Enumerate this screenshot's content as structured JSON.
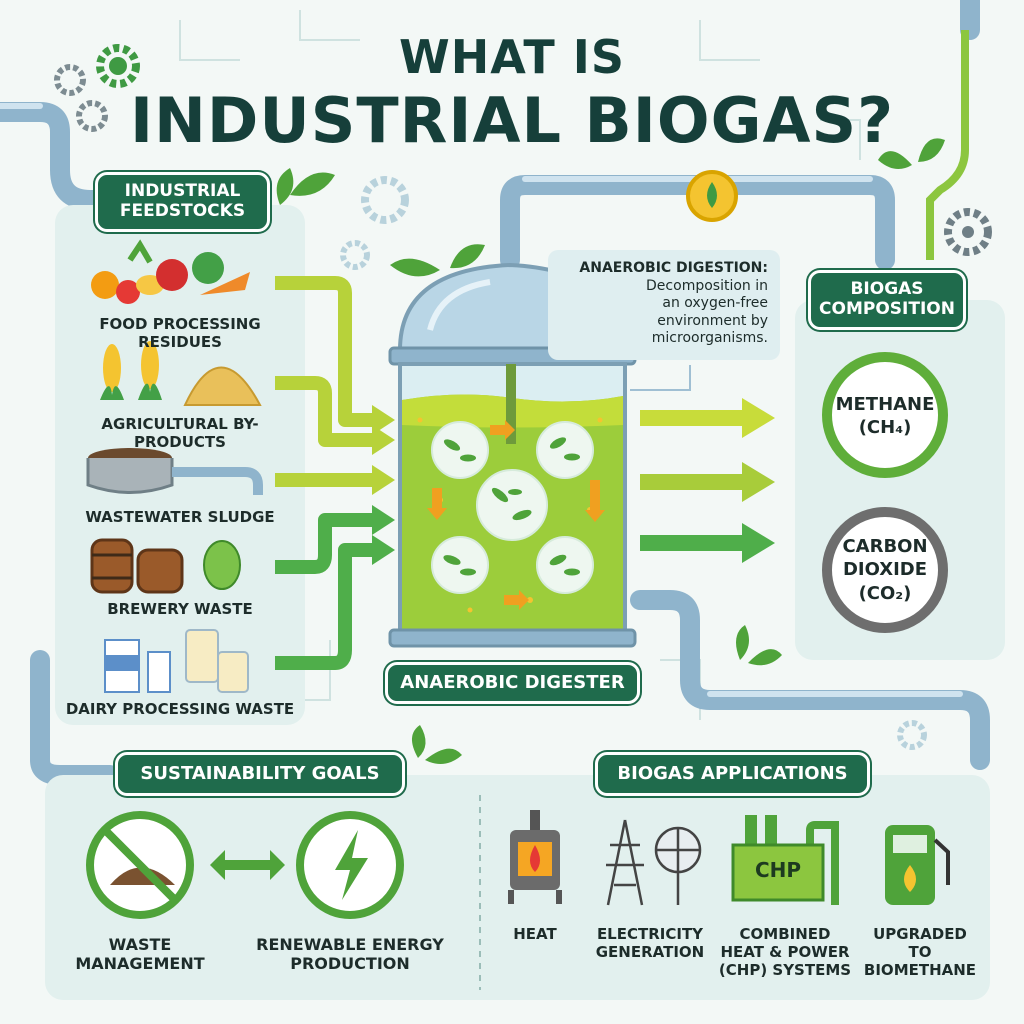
{
  "title": {
    "line1": "WHAT IS",
    "line2": "INDUSTRIAL BIOGAS?"
  },
  "feedstocks": {
    "heading": [
      "INDUSTRIAL",
      "FEEDSTOCKS"
    ],
    "items": [
      {
        "label": "FOOD PROCESSING RESIDUES",
        "icon": "produce-icon"
      },
      {
        "label": "AGRICULTURAL BY-PRODUCTS",
        "icon": "corn-hay-icon"
      },
      {
        "label": "WASTEWATER SLUDGE",
        "icon": "sludge-tank-icon"
      },
      {
        "label": "BREWERY WASTE",
        "icon": "barrels-hops-icon"
      },
      {
        "label": "DAIRY PROCESSING WASTE",
        "icon": "milk-cartons-icon"
      }
    ]
  },
  "digester": {
    "label": "ANAEROBIC DIGESTER",
    "callout_title": "ANAEROBIC DIGESTION:",
    "callout_body": [
      "Decomposition in",
      "an oxygen-free",
      "environment by",
      "microorganisms."
    ]
  },
  "composition": {
    "heading": [
      "BIOGAS",
      "COMPOSITION"
    ],
    "methane": [
      "METHANE",
      "(CH₄)"
    ],
    "co2": [
      "CARBON",
      "DIOXIDE",
      "(CO₂)"
    ]
  },
  "sustainability": {
    "heading": "SUSTAINABILITY GOALS",
    "waste": [
      "WASTE",
      "MANAGEMENT"
    ],
    "energy": [
      "RENEWABLE ENERGY",
      "PRODUCTION"
    ]
  },
  "applications": {
    "heading": "BIOGAS APPLICATIONS",
    "heat": "HEAT",
    "electricity": [
      "ELECTRICITY",
      "GENERATION"
    ],
    "chp": [
      "COMBINED",
      "HEAT & POWER",
      "(CHP) SYSTEMS"
    ],
    "chp_sign": "CHP",
    "biomethane": [
      "UPGRADED TO",
      "BIOMETHANE"
    ]
  },
  "colors": {
    "dark_green": "#1f6b4c",
    "lime": "#8cc63f",
    "pipe": "#9fbfd3",
    "methane_ring": "#5fae3a",
    "co2_ring": "#6e6e6e"
  }
}
